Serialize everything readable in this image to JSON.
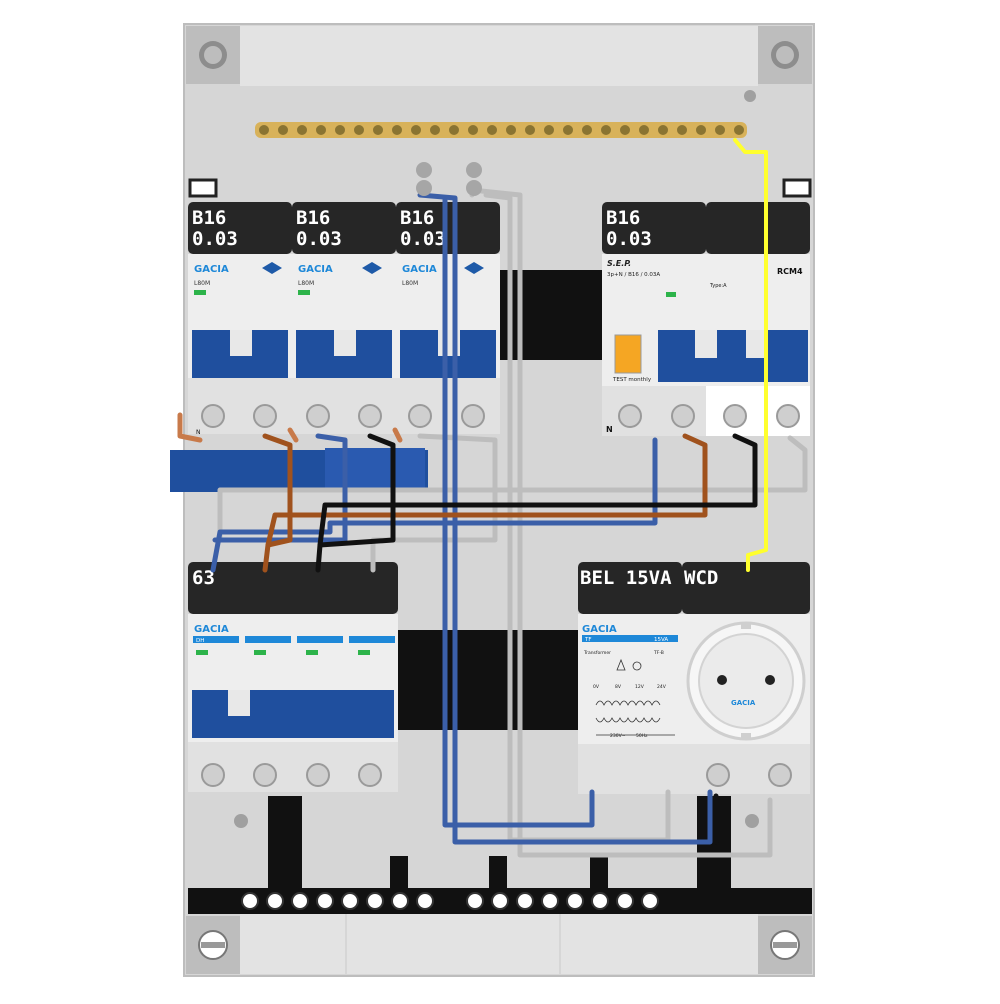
{
  "modules": {
    "mcb1": {
      "label_line1": "B16",
      "label_line2": "0.03",
      "brand": "GACIA",
      "model": "L80M",
      "terminal": "N"
    },
    "mcb2": {
      "label_line1": "B16",
      "label_line2": "0.03",
      "brand": "GACIA",
      "model": "L80M"
    },
    "mcb3": {
      "label_line1": "B16",
      "label_line2": "0.03",
      "brand": "GACIA",
      "model": "L80M"
    },
    "rcbo": {
      "label_line1": "B16",
      "label_line2": "0.03",
      "brand": "S.E.P.",
      "spec": "3p+N / B16 / 0.03A",
      "test_label": "TEST monthly",
      "terminal": "N"
    },
    "rcm": {
      "label": "RCM4",
      "type": "Type:A"
    },
    "main_switch": {
      "label": "63",
      "brand": "GACIA",
      "model": "DH"
    },
    "transformer": {
      "label": "BEL 15VA",
      "brand": "GACIA",
      "model": "TF",
      "rating": "15VA",
      "subtitle": "Transformer",
      "code": "TF-B",
      "voltages": [
        "0V",
        "8V",
        "12V",
        "24V"
      ],
      "input": "230V~",
      "freq": "50Hz"
    },
    "socket": {
      "label": "WCD",
      "brand": "GACIA"
    }
  },
  "colors": {
    "enclosure": "#d6d6d6",
    "label_bg": "#262626",
    "label_text": "#ffffff",
    "breaker_blue": "#1f4f9e",
    "neutral_wire": "#3b5fa8",
    "live_wire": "#a0521d",
    "black_wire": "#111111",
    "grey_wire": "#bdbdbd",
    "earth_wire": "#ffff2e",
    "earth_bar": "#d8b25a",
    "brand_blue": "#1e88d8"
  },
  "icons": [
    "screw-icon",
    "test-button-icon",
    "transformer-symbol-icon",
    "schuko-socket-icon"
  ]
}
